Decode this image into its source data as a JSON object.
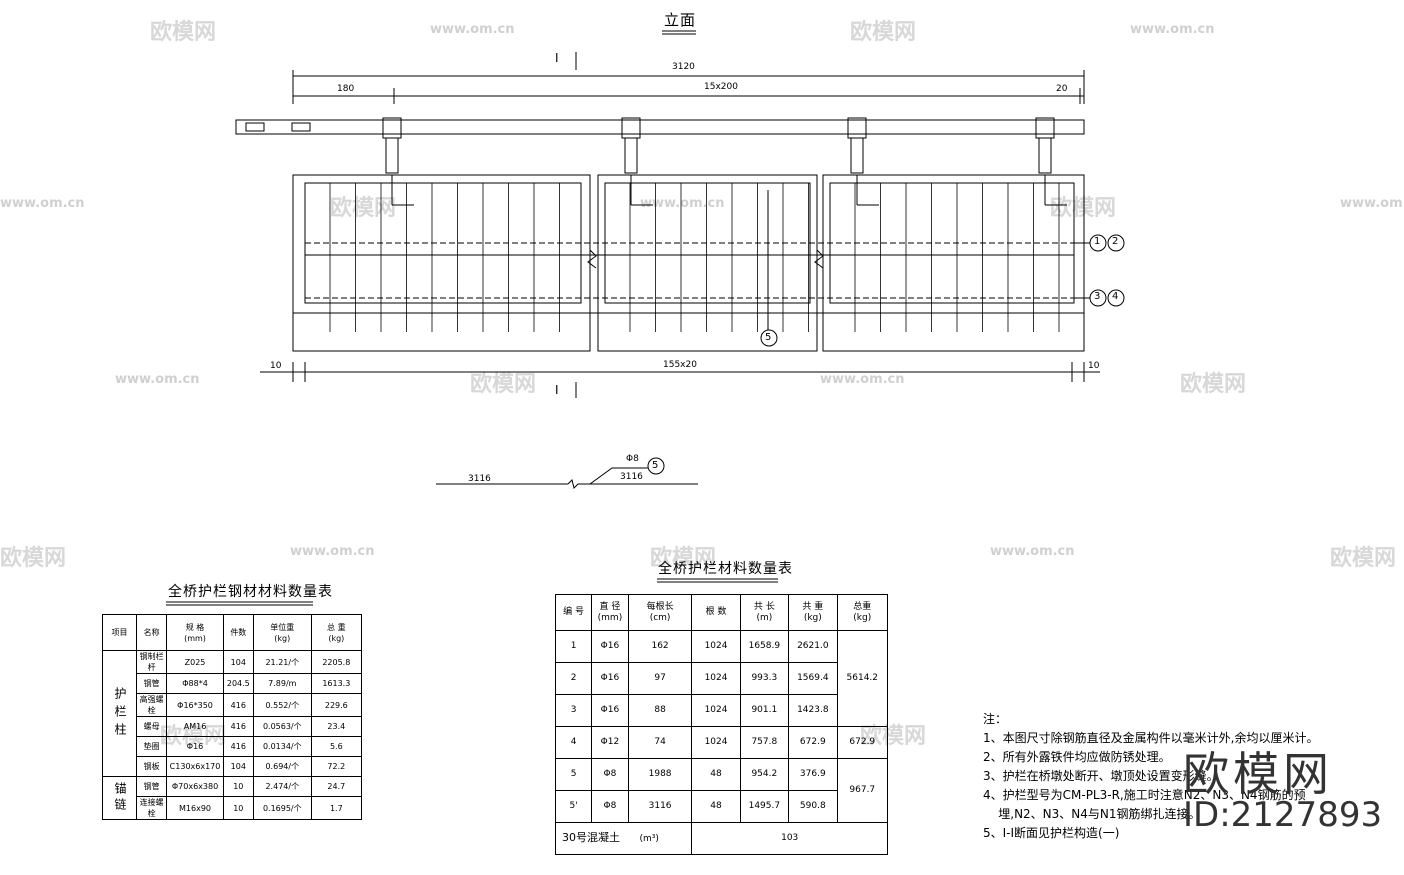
{
  "elevation": {
    "title": "立面",
    "section_mark": "I",
    "dim_total": "3120",
    "dim_left": "180",
    "dim_mid": "15x200",
    "dim_right": "20",
    "dim_bottom_left": "10",
    "dim_bottom_mid": "155x20",
    "dim_bottom_right": "10",
    "callouts": [
      "1",
      "2",
      "3",
      "4",
      "5"
    ]
  },
  "bar_detail": {
    "diameter": "Φ8",
    "length_a": "3116",
    "length_b": "3116",
    "callout": "5"
  },
  "steel_table": {
    "title": "全桥护栏钢材材料数量表",
    "headers": [
      "项目",
      "名称",
      "规  格\n(mm)",
      "件数",
      "单位重\n(kg)",
      "总  重\n(kg)"
    ],
    "group1": "护栏柱",
    "group2": "锚链",
    "rows": [
      [
        "钢制栏杆",
        "Z025",
        "104",
        "21.21/个",
        "2205.8"
      ],
      [
        "钢管",
        "Φ88*4",
        "204.5",
        "7.89/m",
        "1613.3"
      ],
      [
        "高强螺栓",
        "Φ16*350",
        "416",
        "0.552/个",
        "229.6"
      ],
      [
        "螺母",
        "AM16",
        "416",
        "0.0563/个",
        "23.4"
      ],
      [
        "垫圈",
        "Φ16",
        "416",
        "0.0134/个",
        "5.6"
      ],
      [
        "钢板",
        "C130x6x170",
        "104",
        "0.694/个",
        "72.2"
      ],
      [
        "钢管",
        "Φ70x6x380",
        "10",
        "2.474/个",
        "24.7"
      ],
      [
        "连接螺栓",
        "M16x90",
        "10",
        "0.1695/个",
        "1.7"
      ]
    ]
  },
  "material_table": {
    "title": "全桥护栏材料数量表",
    "headers": [
      "编 号",
      "直 径\n(mm)",
      "每根长\n(cm)",
      "根 数",
      "共  长\n(m)",
      "共 重\n(kg)",
      "总重\n(kg)"
    ],
    "rows": [
      [
        "1",
        "Φ16",
        "162",
        "1024",
        "1658.9",
        "2621.0"
      ],
      [
        "2",
        "Φ16",
        "97",
        "1024",
        "993.3",
        "1569.4"
      ],
      [
        "3",
        "Φ16",
        "88",
        "1024",
        "901.1",
        "1423.8"
      ],
      [
        "4",
        "Φ12",
        "74",
        "1024",
        "757.8",
        "672.9"
      ],
      [
        "5",
        "Φ8",
        "1988",
        "48",
        "954.2",
        "376.9"
      ],
      [
        "5'",
        "Φ8",
        "3116",
        "48",
        "1495.7",
        "590.8"
      ]
    ],
    "total_a": "5614.2",
    "total_b": "672.9",
    "total_c": "967.7",
    "concrete_label": "30号混凝土",
    "concrete_unit": "(m³)",
    "concrete_value": "103"
  },
  "notes": {
    "heading": "注：",
    "items": [
      "1、本图尺寸除钢筋直径及金属构件以毫米计外,余均以厘米计。",
      "2、所有外露铁件均应做防锈处理。",
      "3、护栏在桥墩处断开、墩顶处设置变形缝。",
      "4、护栏型号为CM-PL3-R,施工时注意N2、N3、N4钢筋的预",
      "    埋,N2、N3、N4与N1钢筋绑扎连接。",
      "5、I-I断面见护栏构造(一)"
    ]
  },
  "watermark": {
    "brand": "欧模网",
    "id": "ID:2127893",
    "site": "www.om.cn"
  }
}
